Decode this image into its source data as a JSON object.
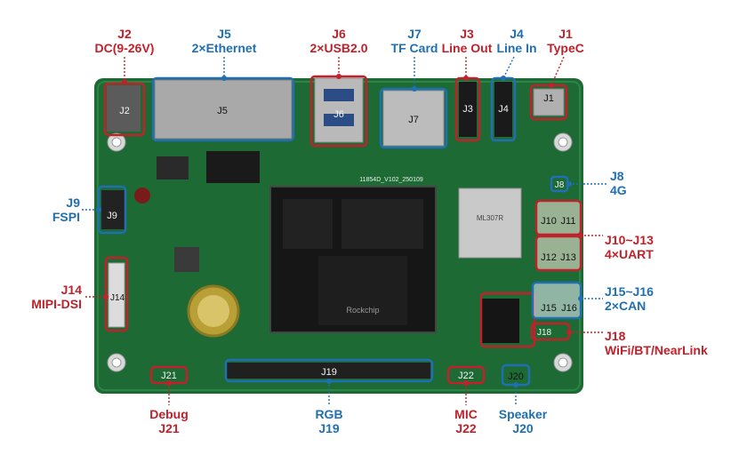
{
  "colors": {
    "red": "#c0212a",
    "blue": "#1f6fb2",
    "pcb": "#1d6a35",
    "pcb_dark": "#124d25",
    "silk": "#e9f2ea"
  },
  "top_labels": [
    {
      "id": "J2",
      "name": "DC(9-26V)",
      "color": "red"
    },
    {
      "id": "J5",
      "name": "2×Ethernet",
      "color": "blue"
    },
    {
      "id": "J6",
      "name": "2×USB2.0",
      "color": "red"
    },
    {
      "id": "J7",
      "name": "TF Card",
      "color": "blue"
    },
    {
      "id": "J3",
      "name": "Line Out",
      "color": "red"
    },
    {
      "id": "J4",
      "name": "Line In",
      "color": "blue"
    },
    {
      "id": "J1",
      "name": "TypeC",
      "color": "red"
    }
  ],
  "side_labels": {
    "j8": {
      "id": "J8",
      "name": "4G"
    },
    "j9": {
      "id": "J9",
      "name": "FSPI"
    },
    "j10_13": {
      "id": "J10~J13",
      "name": "4×UART"
    },
    "j14": {
      "id": "J14",
      "name": "MIPI-DSI"
    },
    "j15_16": {
      "id": "J15~J16",
      "name": "2×CAN"
    },
    "j18": {
      "id": "J18",
      "name": "WiFi/BT/NearLink"
    }
  },
  "bottom_labels": [
    {
      "id": "J21",
      "name": "Debug",
      "color": "red"
    },
    {
      "id": "J19",
      "name": "RGB",
      "color": "blue"
    },
    {
      "id": "J22",
      "name": "MIC",
      "color": "red"
    },
    {
      "id": "J20",
      "name": "Speaker",
      "color": "blue"
    }
  ],
  "box_labels": {
    "j1": "J1",
    "j2": "J2",
    "j3": "J3",
    "j4": "J4",
    "j5": "J5",
    "j6": "J6",
    "j7": "J7",
    "j8": "J8",
    "j9": "J9",
    "j10": "J10",
    "j11": "J11",
    "j12": "J12",
    "j13": "J13",
    "j14": "J14",
    "j15": "J15",
    "j16": "J16",
    "j18": "J18",
    "j19": "J19",
    "j20": "J20",
    "j21": "J21",
    "j22": "J22"
  },
  "chip_text": {
    "soc_brand": "Rockchip",
    "module_code": "ML307R",
    "silk_code": "11854D_V102_250109"
  }
}
